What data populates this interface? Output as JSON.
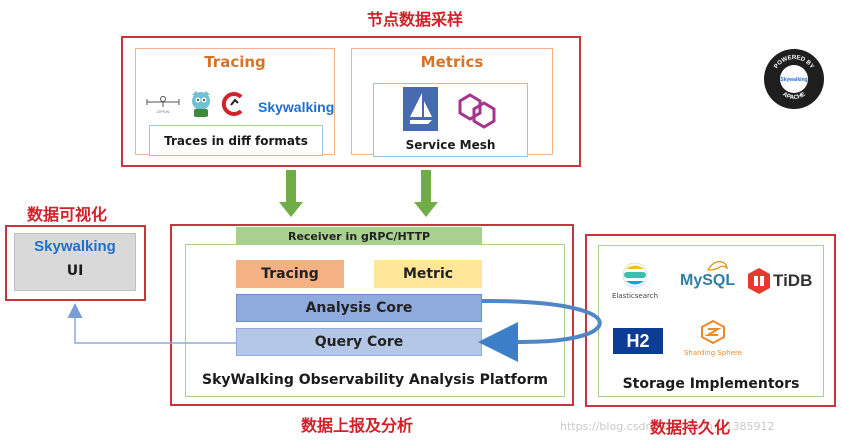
{
  "titles": {
    "collect": "节点数据采样",
    "visualize": "数据可视化",
    "report": "数据上报及分析",
    "persist": "数据持久化"
  },
  "collect": {
    "tracing_title": "Tracing",
    "metrics_title": "Metrics",
    "traces_label": "Traces in diff formats",
    "mesh_label": "Service Mesh",
    "sw_logo": "Skywalking",
    "zipkin_label": "ZIPKIN"
  },
  "ui_panel": {
    "logo": "Skywalking",
    "label": "UI"
  },
  "platform": {
    "receiver": "Receiver in gRPC/HTTP",
    "tracing": "Tracing",
    "metric": "Metric",
    "analysis": "Analysis Core",
    "query": "Query Core",
    "name": "SkyWalking Observability Analysis Platform"
  },
  "storage": {
    "elasticsearch": "Elasticsearch",
    "mysql": "MySQL",
    "tidb": "TiDB",
    "h2": "H2",
    "sharding": "Sharding Sphere",
    "label": "Storage Implementors"
  },
  "badge": {
    "top": "POWERED BY",
    "center": "Skywalking",
    "bottom": "APACHE"
  },
  "watermark": "https://blog.csdn.net/weixin_41385912",
  "colors": {
    "red": "#c9343d",
    "orange_text": "#d4742a",
    "green_arrow": "#70ad47",
    "blue_box": "#8faadc",
    "tracing_box": "#f4b183",
    "metric_box": "#ffe699",
    "receiver_box": "#a9d08e",
    "skywalking_blue": "#1f6fce"
  }
}
